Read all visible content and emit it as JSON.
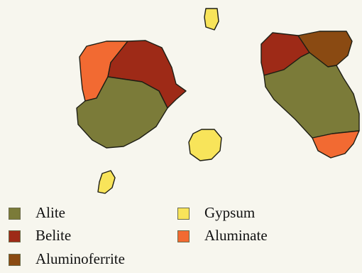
{
  "phases": [
    {
      "key": "alite",
      "label": "Alite",
      "color": "#7b7b39"
    },
    {
      "key": "belite",
      "label": "Belite",
      "color": "#9e2a17"
    },
    {
      "key": "aluminoferrite",
      "label": "Aluminoferrite",
      "color": "#8a4a12"
    },
    {
      "key": "gypsum",
      "label": "Gypsum",
      "color": "#f8e45a"
    },
    {
      "key": "aluminate",
      "label": "Aluminate",
      "color": "#f26a32"
    }
  ],
  "outline_color": "#1e1e14",
  "background_color": "#f7f6ee"
}
